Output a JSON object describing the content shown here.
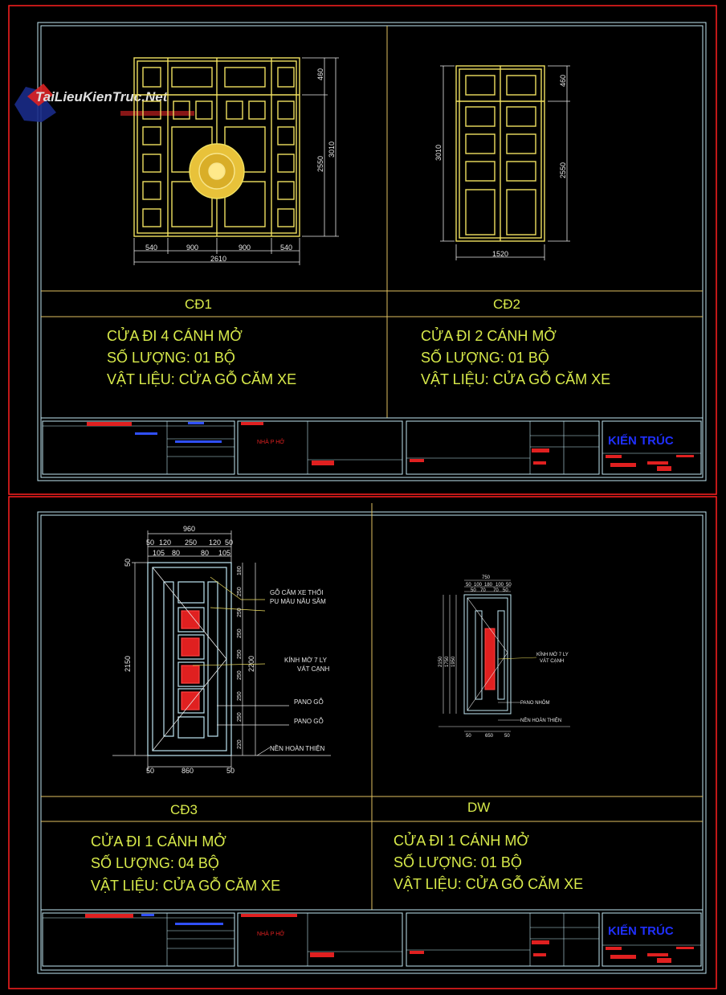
{
  "watermark": {
    "brand": "TaiLieuKienTruc.Net"
  },
  "colors": {
    "background": "#000000",
    "frame_red": "#ff2020",
    "frame_cyan": "#bfe6f2",
    "grid_yellow": "#e0c060",
    "text_yellow": "#d8ea4a",
    "door_yellow": "#f0e060",
    "blue_text": "#2030ff"
  },
  "sheets": [
    {
      "panels": [
        {
          "code": "CĐ1",
          "desc_lines": [
            "CỬA ĐI  4 CÁNH MỞ",
            "SỐ LƯỢNG:  01 BỘ",
            "VẬT LIỆU:  CỬA GỖ CĂM XE"
          ],
          "dims": {
            "bottom": [
              "540",
              "900",
              "900",
              "540"
            ],
            "total": "2610",
            "right": [
              "460",
              "2550"
            ],
            "height": "3010"
          }
        },
        {
          "code": "CĐ2",
          "desc_lines": [
            "CỬA ĐI  2 CÁNH MỞ",
            "SỐ LƯỢNG:  01 BỘ",
            "VẬT LIỆU:  CỬA GỖ CĂM XE"
          ],
          "dims": {
            "left": "3010",
            "right": [
              "460",
              "2550"
            ],
            "bottom": "1520"
          }
        }
      ],
      "title_block": {
        "brand": "KIẾN TRÚC",
        "field": "NHÀ P HỞ"
      }
    },
    {
      "panels": [
        {
          "code": "CĐ3",
          "desc_lines": [
            "CỬA ĐI  1 CÁNH MỞ",
            "SỐ LƯỢNG:  04 BỘ",
            "VẬT LIỆU:  CỬA GỖ CĂM XE"
          ],
          "dims": {
            "top": "960",
            "top2": [
              "50",
              "120",
              "250",
              "120",
              "50"
            ],
            "top3": [
              "105",
              "80",
              "80",
              "105"
            ],
            "left": [
              "50",
              "2150"
            ],
            "bottom": [
              "50",
              "860",
              "50"
            ],
            "right_stack": [
              "180",
              "250",
              "250",
              "250",
              "250",
              "250",
              "250",
              "250",
              "220"
            ],
            "right_total": "2200"
          },
          "notes": [
            "GỖ CĂM XE THỔI",
            "PU MÀU NÂU SẪM",
            "KÍNH  MỜ 7 LY",
            "VÁT CẠNH",
            "PANO GỖ",
            "PANO GỖ",
            "NỀN HOÀN THIỆN"
          ]
        },
        {
          "code": "DW",
          "desc_lines": [
            "CỬA ĐI  1 CÁNH MỞ",
            "SỐ LƯỢNG:  01 BỘ",
            "VẬT LIỆU:  CỬA GỖ CĂM XE"
          ],
          "dims": {
            "top": "750",
            "top2": [
              "50",
              "100",
              "180",
              "100",
              "50"
            ],
            "top3": [
              "50",
              "70",
              "70",
              "50"
            ],
            "left": [
              "2150",
              "1750",
              "1950"
            ],
            "bottom": [
              "50",
              "650",
              "50"
            ]
          },
          "notes": [
            "KÍNH MỜ 7 LY",
            "VÁT CẠNH",
            "PANO NHÔM",
            "NỀN HOÀN THIỆN"
          ]
        }
      ],
      "title_block": {
        "brand": "KIẾN TRÚC",
        "field": "NHÀ P HỞ"
      }
    }
  ]
}
